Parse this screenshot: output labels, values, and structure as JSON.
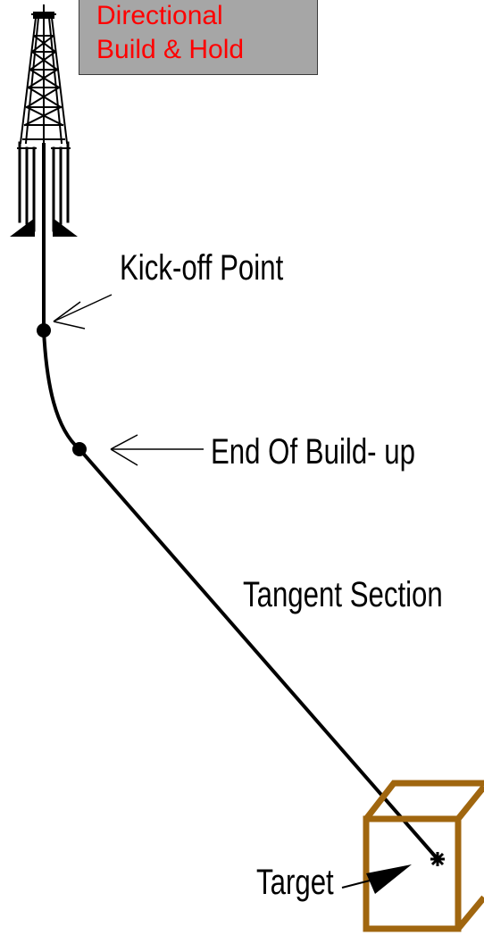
{
  "title": {
    "line1": "Directional",
    "line2": "Build & Hold",
    "text_color": "#ff0000",
    "box_color": "#a6a6a6"
  },
  "labels": {
    "kickoff": "Kick-off Point",
    "end_of_buildup": "End Of Build- up",
    "tangent": "Tangent Section",
    "target": "Target"
  },
  "colors": {
    "wellbore": "#000000",
    "target_box": "#a0660f"
  },
  "icons": {
    "rig": "drilling-rig-icon",
    "target": "target-box-icon"
  }
}
